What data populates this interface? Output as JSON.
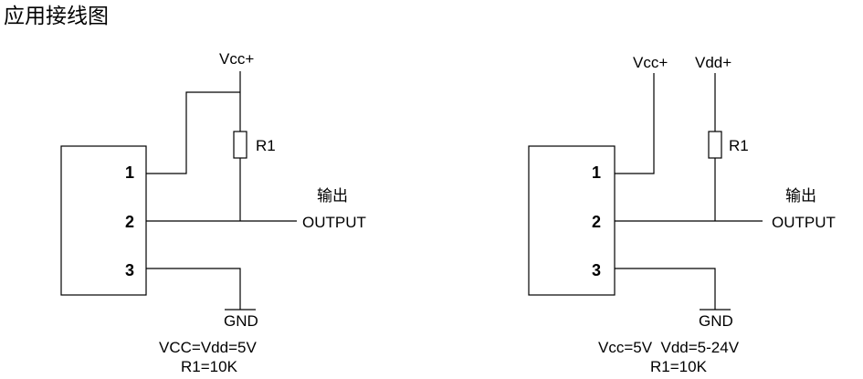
{
  "title": "应用接线图",
  "left": {
    "vcc_label": "Vcc+",
    "r1_label": "R1",
    "pins": [
      "1",
      "2",
      "3"
    ],
    "output_cn": "输出",
    "output_en": "OUTPUT",
    "gnd_label": "GND",
    "note_line1": "VCC=Vdd=5V",
    "note_line2": "R1=10K"
  },
  "right": {
    "vcc_label": "Vcc+",
    "vdd_label": "Vdd+",
    "r1_label": "R1",
    "pins": [
      "1",
      "2",
      "3"
    ],
    "output_cn": "输出",
    "output_en": "OUTPUT",
    "gnd_label": "GND",
    "note_line1": "Vcc=5V  Vdd=5-24V",
    "note_line2": "R1=10K"
  }
}
